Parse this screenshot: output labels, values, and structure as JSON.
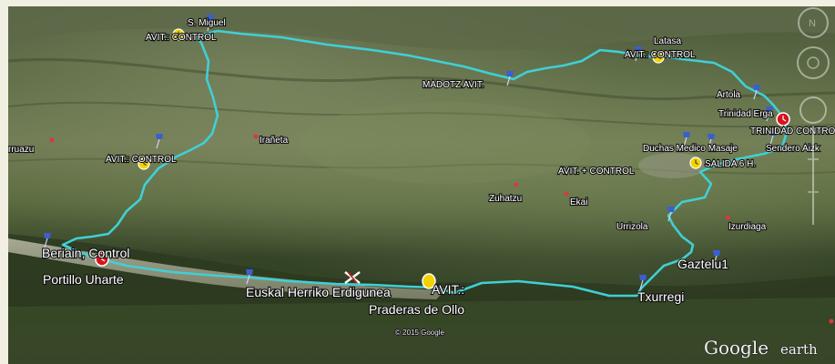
{
  "places": {
    "s_miguel": "S. Miguel",
    "avit_control_top": "AVIT.: CONTROL",
    "madotz_avit": "MADOTZ AVIT.",
    "latasa": "Latasa",
    "avit_control_latasa": "AVIT.: CONTROL",
    "artola": "Artola",
    "trinidad_erga": "Trinidad Erga",
    "trinidad_control": "TRINIDAD CONTROL",
    "duchas_medico_masaje": "Duchas Medico Masaje",
    "sendero_aizk": "Sendero Aizk",
    "salida": "SALIDA 6 H.",
    "avit_plus_control": "AVIT. + CONTROL",
    "arruazu": "rruazu",
    "iraneta": "Irañeta",
    "avit_control_left": "AVIT.: CONTROL",
    "zuhatzu": "Zuhatzu",
    "ekai": "Ekai",
    "urrizola": "Urrizola",
    "izurdiaga": "Izurdiaga",
    "beriain_control": "Beriain, Control",
    "gaztelu": "Gaztelu1",
    "portillo": "Portillo Uharte",
    "euskal_herriko": "Euskal Herriko Erdigunea",
    "avit_bottom": "AVIT.:",
    "praderas": "Praderas de Ollo",
    "txurregi": "Txurregi"
  },
  "attribution": "© 2015 Google",
  "brand": {
    "google": "Google",
    "earth": "earth"
  },
  "colors": {
    "route": "#3fd0d6",
    "pin": "#3a5fd0",
    "control_red": "#d8141b",
    "control_yellow": "#f2d300"
  },
  "icons": [
    "pushpin-icon",
    "control-clock-icon",
    "navigation-compass-icon",
    "zoom-control-icon",
    "center-marker-icon"
  ]
}
